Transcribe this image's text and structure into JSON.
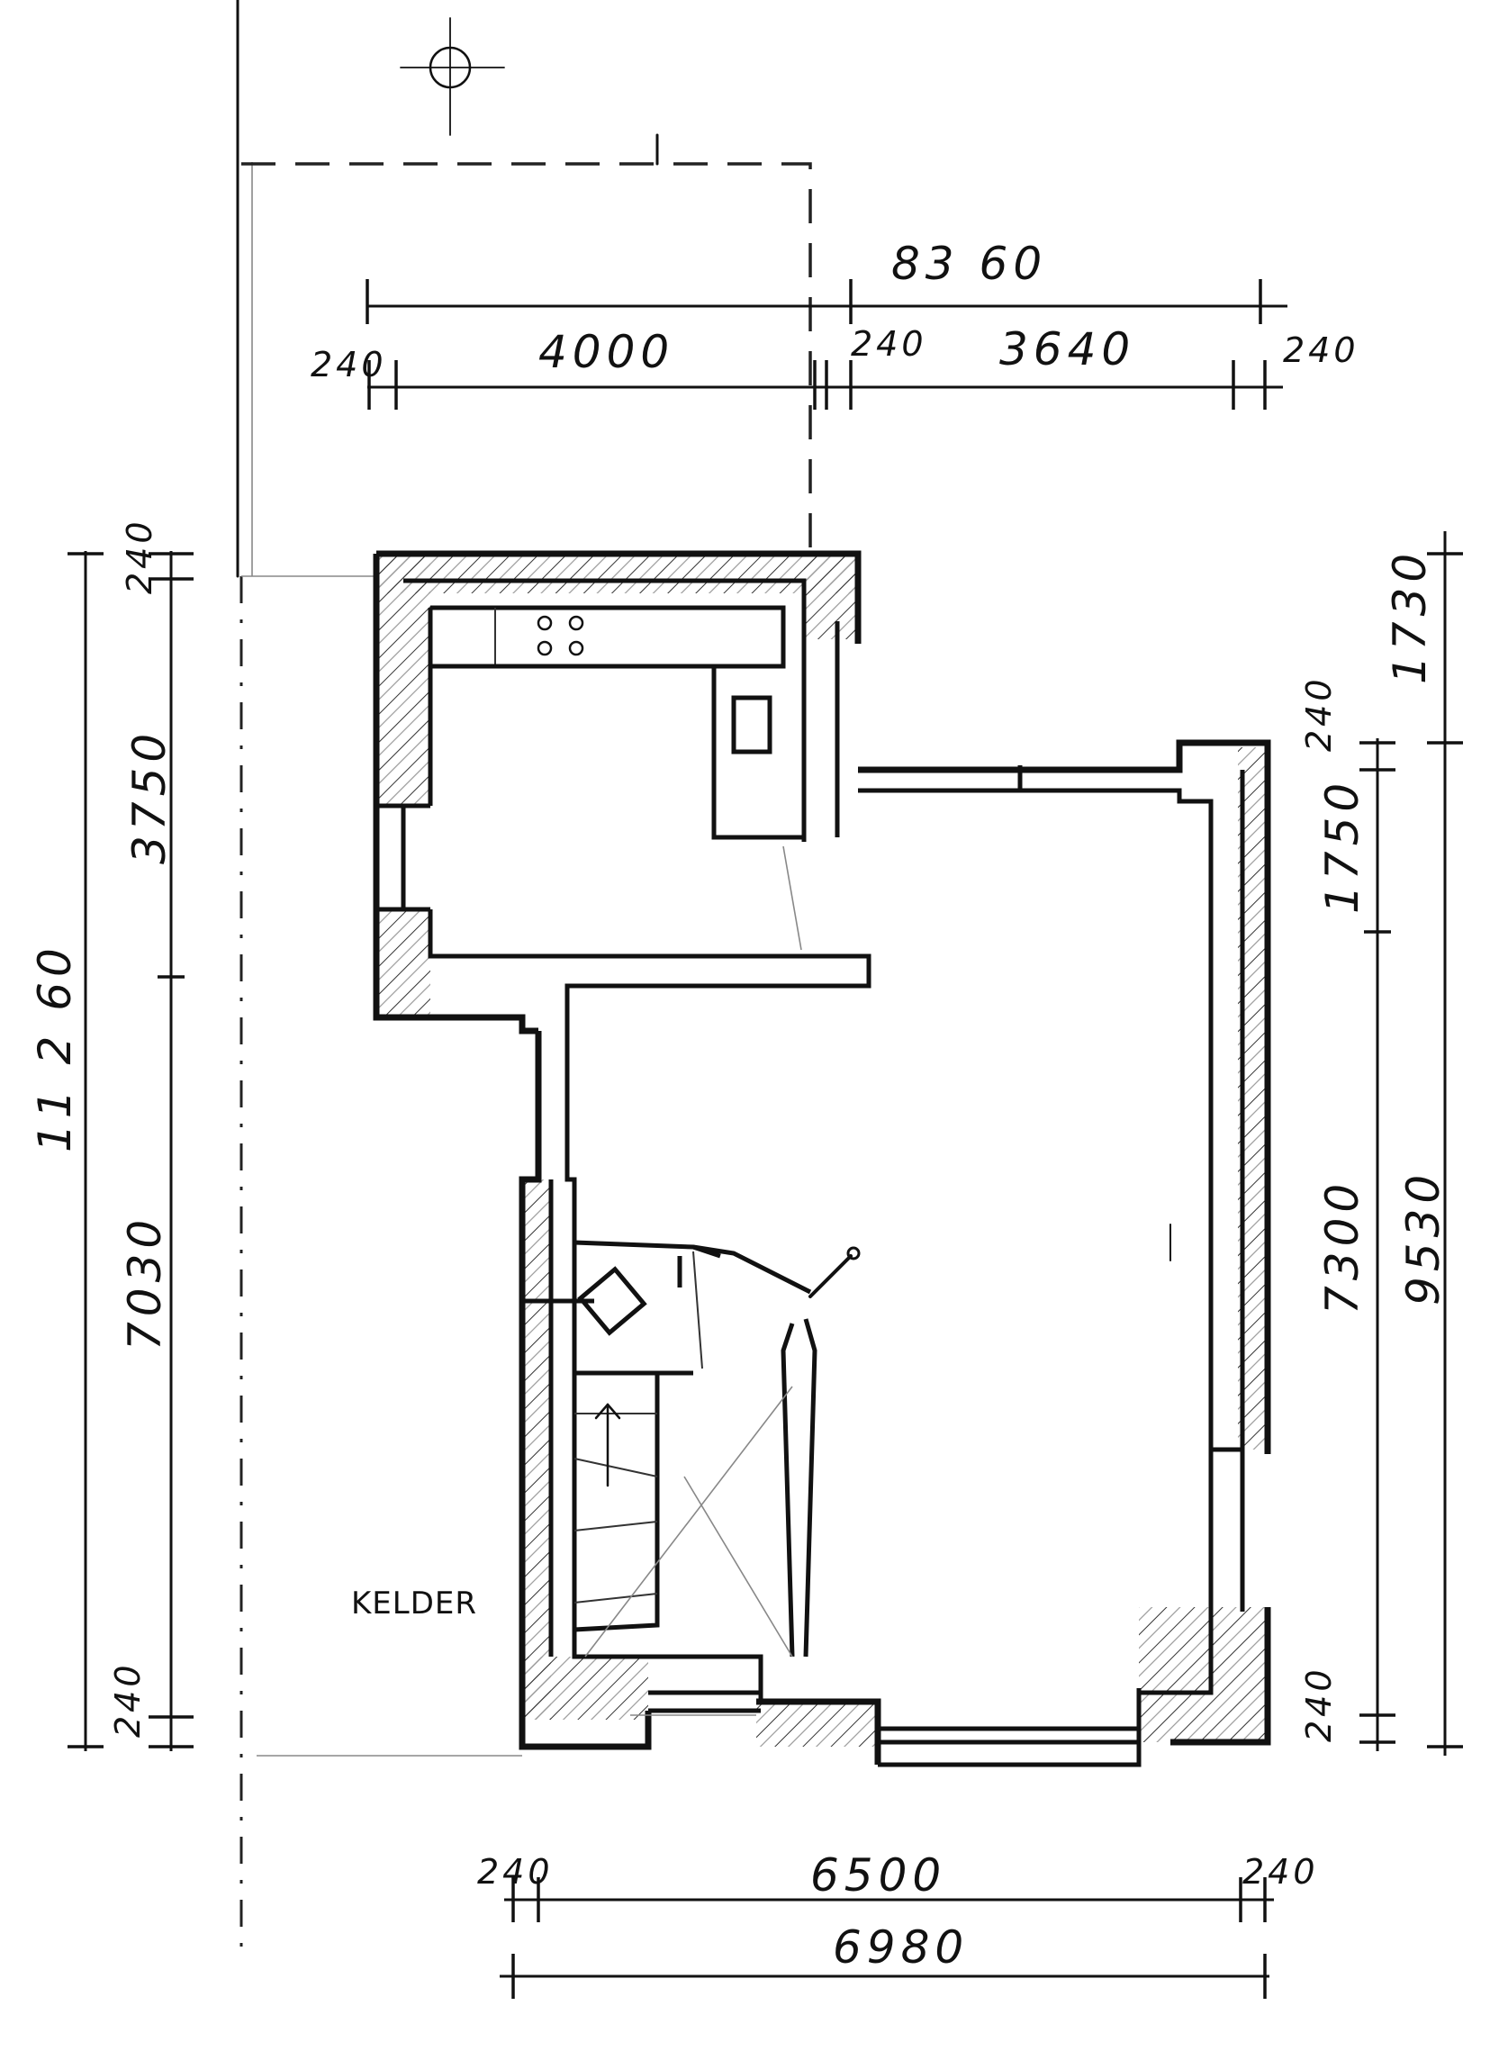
{
  "drawing": {
    "dimensions": {
      "top_total": "83 60",
      "top_left_wall": "240",
      "top_kitchen_span": "4000",
      "top_mid_wall": "240",
      "top_living_span": "3640",
      "top_right_wall": "240",
      "left_total": "11 2 60",
      "left_top_wall": "240",
      "left_kitchen_depth": "3750",
      "left_living_depth": "7030",
      "left_bottom_wall": "240",
      "right_top_offset": "1730",
      "right_top_wall": "240",
      "right_upper_segment": "1750",
      "right_main_depth": "7300",
      "right_total": "9530",
      "right_bottom_wall": "240",
      "bottom_left_wall": "240",
      "bottom_span": "6500",
      "bottom_right_wall": "240",
      "bottom_total": "6980"
    },
    "rooms": {
      "cellar": "KELDER"
    }
  }
}
